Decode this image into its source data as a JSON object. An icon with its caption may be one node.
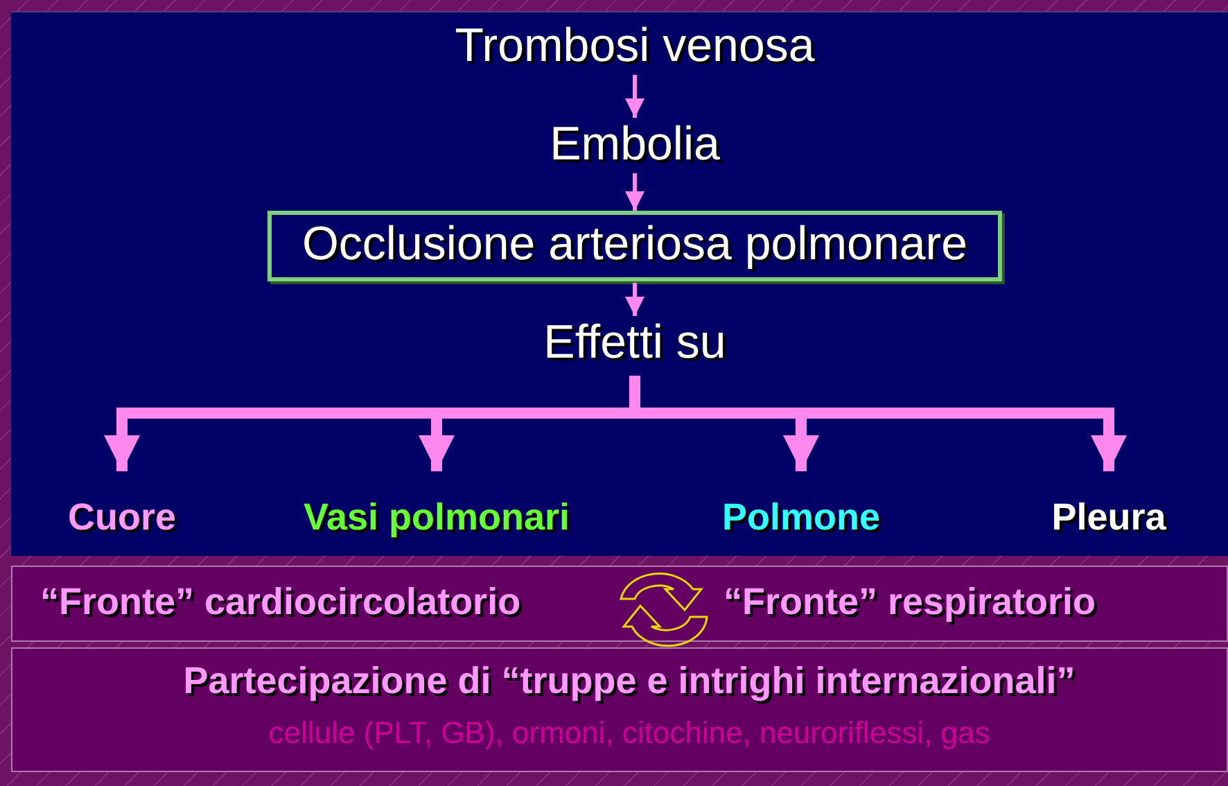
{
  "diagram": {
    "nodes": [
      {
        "text": [
          "Trombosi venosa"
        ]
      },
      {
        "text": [
          "Embolia"
        ]
      },
      {
        "text": [
          "Occlusione arteriosa polmonare"
        ]
      },
      {
        "text": [
          "Effetti su"
        ]
      },
      {
        "text": [
          "Cuore"
        ]
      },
      {
        "text": [
          "Vasi polmonari"
        ]
      },
      {
        "text": [
          "Polmone"
        ]
      },
      {
        "text": [
          "Pleura"
        ]
      },
      {
        "text": [
          "“Fronte” cardiocircolatorio",
          "“Fronte” respiratorio"
        ]
      },
      {
        "text": [
          "Partecipazione di “truppe e intrighi internazionali”",
          "cellule (PLT, GB), ormoni, citochine, neuroriflessi, gas"
        ]
      }
    ],
    "edges": [
      {
        "from": 0,
        "to": 1,
        "arrow": "to"
      },
      {
        "from": 1,
        "to": 2,
        "arrow": "to"
      },
      {
        "from": 2,
        "to": 3,
        "arrow": "to"
      },
      {
        "from": 3,
        "to": 4,
        "arrow": "to"
      },
      {
        "from": 3,
        "to": 5,
        "arrow": "to"
      },
      {
        "from": 3,
        "to": 6,
        "arrow": "to"
      },
      {
        "from": 3,
        "to": 7,
        "arrow": "to"
      }
    ]
  }
}
